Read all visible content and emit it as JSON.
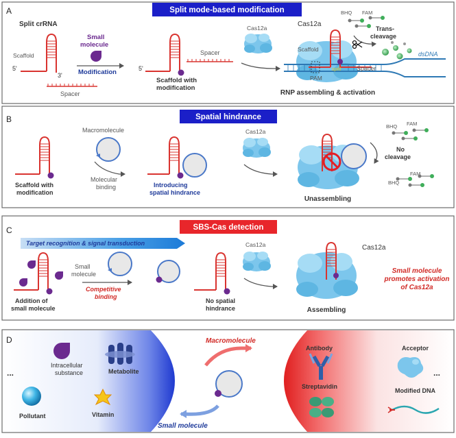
{
  "panels": {
    "a": {
      "letter": "A",
      "title": "Split mode-based modification",
      "split_crrna": "Split crRNA",
      "scaffold": "Scaffold",
      "five_prime": "5'",
      "three_prime": "3'",
      "spacer": "Spacer",
      "small_molecule_line1": "Small",
      "small_molecule_line2": "molecule",
      "modification": "Modification",
      "scaffold_with_line1": "Scaffold with",
      "scaffold_with_line2": "modification",
      "five_prime_2": "5'",
      "spacer_2": "Spacer",
      "cas12a_small": "Cas12a",
      "cas12a_big": "Cas12a",
      "scaffold_3": "Scaffold",
      "pam": "PAM",
      "spacer_3": "Spacer",
      "dsdna": "dsDNA",
      "split_label": "split",
      "bhq": "BHQ",
      "fam": "FAM",
      "trans_line1": "Trans-",
      "trans_line2": "cleavage",
      "rnp": "RNP assembling & activation"
    },
    "b": {
      "letter": "B",
      "title": "Spatial hindrance",
      "macromolecule": "Macromolecule",
      "cas12a": "Cas12a",
      "molecular_line1": "Molecular",
      "molecular_line2": "binding",
      "scaffold_with_line1": "Scaffold with",
      "scaffold_with_line2": "modification",
      "introducing_line1": "Introducing",
      "introducing_line2": "spatial hindrance",
      "bhq": "BHQ",
      "fam": "FAM",
      "bhq_2": "BHQ",
      "fam_2": "FAM",
      "no_line1": "No",
      "no_line2": "cleavage",
      "unassembling": "Unassembling"
    },
    "c": {
      "letter": "C",
      "title": "SBS-Cas detection",
      "target_recognition": "Target recognition & signal transduction",
      "small_molecule_line1": "Small",
      "small_molecule_line2": "molecule",
      "competitive_line1": "Competitive",
      "competitive_line2": "binding",
      "addition_line1": "Addition of",
      "addition_line2": "small molecule",
      "no_spatial_line1": "No spatial",
      "no_spatial_line2": "hindrance",
      "cas12a_small": "Cas12a",
      "cas12a_big": "Cas12a",
      "assembling": "Assembling",
      "promotes_line1": "Small molecule",
      "promotes_line2": "promotes activation",
      "promotes_line3": "of Cas12a"
    },
    "d": {
      "letter": "D",
      "ellipsis_left": "...",
      "intracellular_line1": "Intracellular",
      "intracellular_line2": "substance",
      "metabolite": "Metabolite",
      "pollutant": "Pollutant",
      "vitamin": "Vitamin",
      "macromolecule": "Macromolecule",
      "small_molecule": "Small molecule",
      "antibody": "Antibody",
      "streptavidin": "Streptavidin",
      "acceptor": "Acceptor",
      "modified_dna": "Modified DNA",
      "ellipsis_right": "..."
    }
  },
  "colors": {
    "title_blue": "#1b1fc8",
    "title_red": "#e8262b",
    "rna_red": "#d9332f",
    "cas_blue": "#7cc6ec",
    "macro_circle": "#4a78c8",
    "small_molecule_purple": "#6b2a8f",
    "label_blue": "#1e3a9a",
    "label_red": "#d12a26",
    "dna_blue": "#2d78b4",
    "fam_green": "#3fae5a",
    "panel_border": "#6b6b6b"
  }
}
